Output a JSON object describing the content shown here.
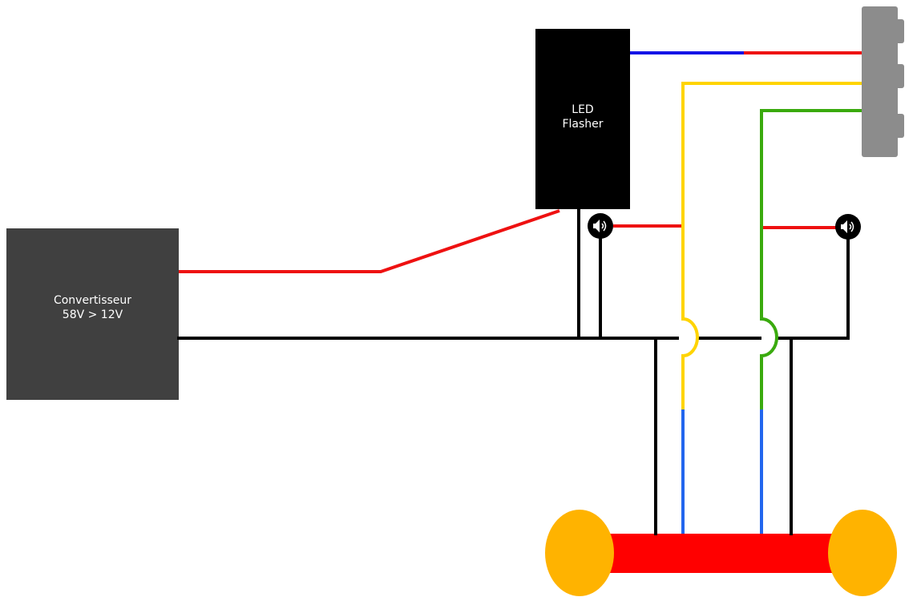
{
  "converter": {
    "line1": "Convertisseur",
    "line2": "58V > 12V",
    "color": "#404040"
  },
  "led_flasher": {
    "line1": "LED",
    "line2": "Flasher",
    "color": "#000000"
  },
  "buzzers": {
    "icon": "speaker-icon",
    "count": 2,
    "color": "#000000"
  },
  "switch_block": {
    "icon": "switch-block",
    "color": "#8c8c8c"
  },
  "light_bar": {
    "bar_color": "#ff0000",
    "lamp_color": "#ffb300"
  },
  "wire_colors": {
    "positive": "#ee1111",
    "ground": "#000000",
    "left_signal": "#ffd400",
    "right_signal": "#3aaa0e",
    "lamp_feed": "#2266ee",
    "flasher_out": "#1414e6"
  }
}
